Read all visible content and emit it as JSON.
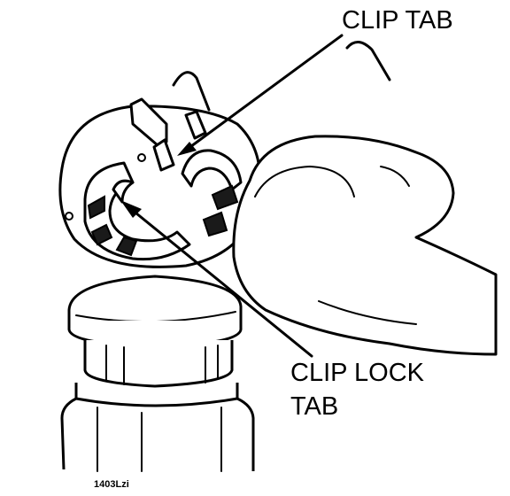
{
  "labels": {
    "clip_tab": "CLIP TAB",
    "clip_lock_tab_line1": "CLIP LOCK",
    "clip_lock_tab_line2": "TAB"
  },
  "figure_number": "1403Lzi"
}
